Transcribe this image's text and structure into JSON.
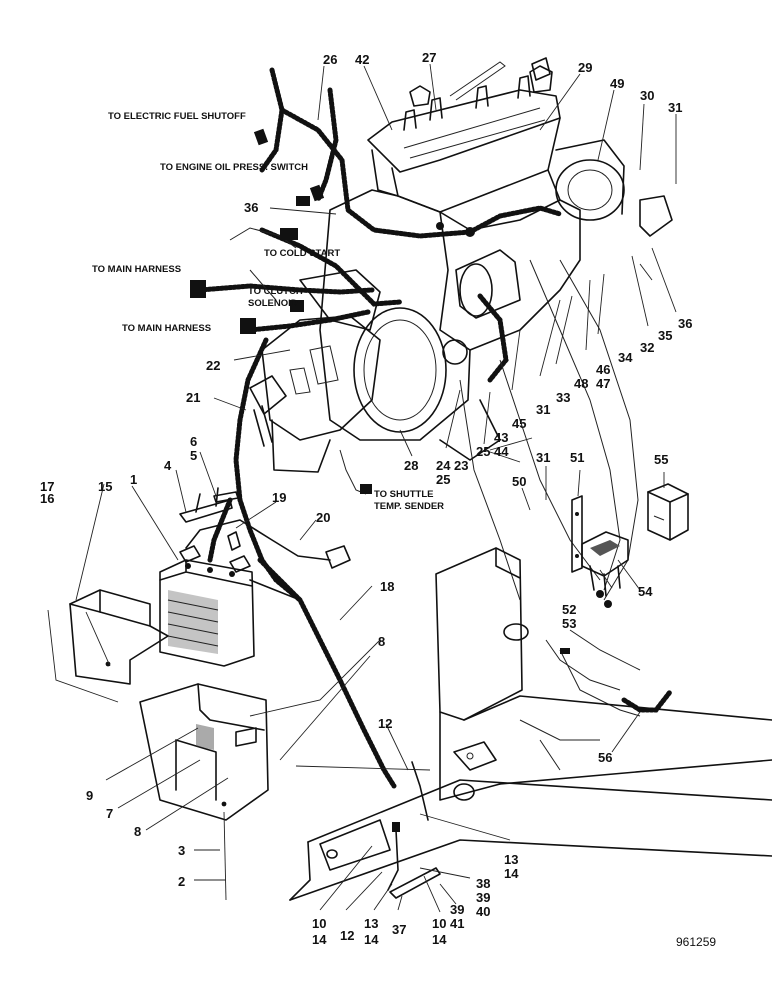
{
  "notes": {
    "fuel_shutoff": "TO ELECTRIC FUEL SHUTOFF",
    "oil_press": "TO ENGINE OIL PRESS. SWITCH",
    "cold_start": "TO COLD START",
    "main_harness_1": "TO MAIN HARNESS",
    "clutch_1": "TO CLUTCH",
    "clutch_2": "SOLENOID",
    "main_harness_2": "TO MAIN HARNESS",
    "shuttle_1": "TO SHUTTLE",
    "shuttle_2": "TEMP. SENDER"
  },
  "callouts": {
    "c1": "1",
    "c2": "2",
    "c3": "3",
    "c4": "4",
    "c5": "5",
    "c6": "6",
    "c7": "7",
    "c8a": "8",
    "c8b": "8",
    "c9": "9",
    "c10a": "10",
    "c10b": "10",
    "c12a": "12",
    "c12b": "12",
    "c13a": "13",
    "c13b": "13",
    "c14a": "14",
    "c14b": "14",
    "c14c": "14",
    "c14d": "14",
    "c15": "15",
    "c16": "16",
    "c17": "17",
    "c18": "18",
    "c19": "19",
    "c20": "20",
    "c21": "21",
    "c22": "22",
    "c23": "23",
    "c24": "24",
    "c25a": "25",
    "c25b": "25",
    "c26": "26",
    "c27": "27",
    "c28": "28",
    "c29": "29",
    "c30": "30",
    "c31a": "31",
    "c31b": "31",
    "c31c": "31",
    "c32": "32",
    "c33": "33",
    "c34": "34",
    "c35": "35",
    "c36a": "36",
    "c36b": "36",
    "c37": "37",
    "c38": "38",
    "c39a": "39",
    "c39b": "39",
    "c40": "40",
    "c41": "41",
    "c42": "42",
    "c43": "43",
    "c44": "44",
    "c45": "45",
    "c46": "46",
    "c47": "47",
    "c48": "48",
    "c49": "49",
    "c50": "50",
    "c51": "51",
    "c52": "52",
    "c53": "53",
    "c54": "54",
    "c55": "55",
    "c56": "56"
  },
  "reference": "961259"
}
